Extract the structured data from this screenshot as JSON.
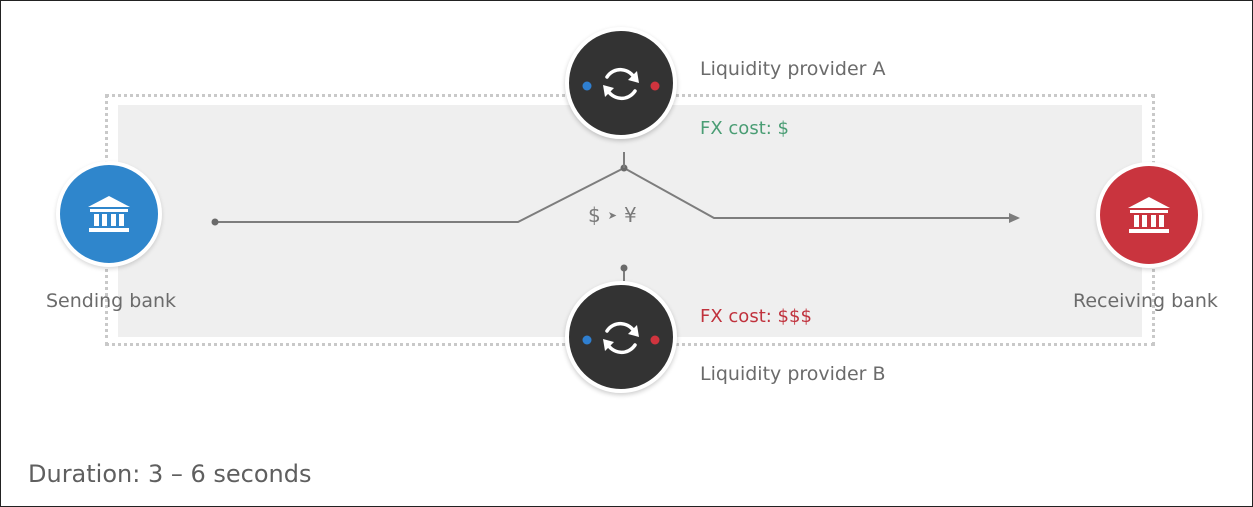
{
  "diagram": {
    "sending_bank": {
      "label": "Sending bank",
      "icon": "bank-icon",
      "color": "#2f86cc"
    },
    "receiving_bank": {
      "label": "Receiving bank",
      "icon": "bank-icon",
      "color": "#c9343e"
    },
    "provider_a": {
      "label": "Liquidity provider A",
      "fx_cost": "FX cost: $",
      "fx_color": "#4a9d74",
      "icon": "exchange-icon"
    },
    "provider_b": {
      "label": "Liquidity provider B",
      "fx_cost": "FX cost: $$$",
      "fx_color": "#c0323d",
      "icon": "exchange-icon"
    },
    "conversion": {
      "from": "$",
      "to": "¥"
    }
  },
  "footer": {
    "duration": "Duration: 3 – 6 seconds"
  }
}
